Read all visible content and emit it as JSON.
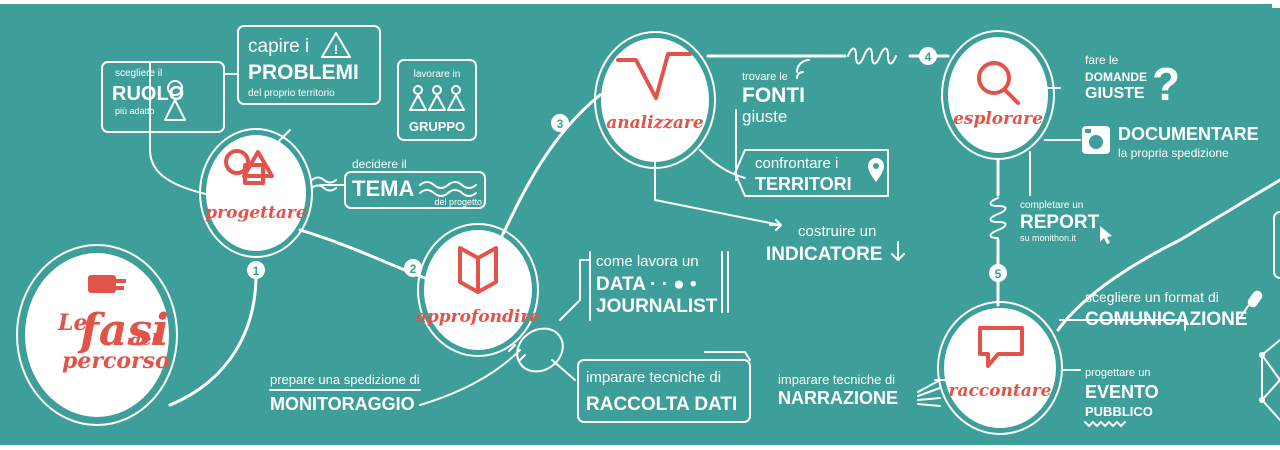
{
  "colors": {
    "background": "#3e9e9a",
    "accent": "#e2544a",
    "circle": "#ffffff"
  },
  "title": {
    "line1": "Le",
    "line2": "fasi",
    "line3": "del",
    "line4": "percorso"
  },
  "phases": {
    "progettare": "progettare",
    "approfondire": "approfondire",
    "analizzare": "analizzare",
    "esplorare": "esplorare",
    "raccontare": "raccontare"
  },
  "steps": {
    "s1": "1",
    "s2": "2",
    "s3": "3",
    "s4": "4",
    "s5": "5"
  },
  "ruolo": {
    "pre": "scegliere il",
    "main": "RUOLO",
    "post": "più adatto"
  },
  "problemi": {
    "pre": "capire i",
    "main": "PROBLEMI",
    "post": "del proprio territorio"
  },
  "gruppo": {
    "pre1": "lavorare in",
    "main": "GRUPPO"
  },
  "tema": {
    "pre": "decidere il",
    "main": "TEMA",
    "post": "del progetto"
  },
  "monitoraggio": {
    "pre": "prepare una spedizione di",
    "main": "MONITORAGGIO"
  },
  "raccolta": {
    "pre": "imparare tecniche di",
    "main": "RACCOLTA DATI"
  },
  "journalist": {
    "pre": "come lavora un",
    "main1": "DATA",
    "main2": "JOURNALIST"
  },
  "fonti": {
    "pre": "trovare le",
    "main": "FONTI",
    "post": "giuste"
  },
  "territori": {
    "pre": "confrontare i",
    "main": "TERRITORI"
  },
  "indicatore": {
    "pre": "costruire un",
    "main": "INDICATORE"
  },
  "domande": {
    "pre": "fare le",
    "main1": "DOMANDE",
    "main2": "GIUSTE"
  },
  "documentare": {
    "main": "DOCUMENTARE",
    "post": "la propria spedizione"
  },
  "report": {
    "pre": "completare un",
    "main": "REPORT",
    "post": "su monithon.it"
  },
  "comunicazione": {
    "pre": "scegliere un format di",
    "main": "COMUNICAZIONE"
  },
  "narrazione": {
    "pre": "imparare tecniche di",
    "main": "NARRAZIONE"
  },
  "evento": {
    "pre": "progettare un",
    "main1": "EVENTO",
    "main2": "PUBBLICO"
  },
  "icons": [
    "hand-pointer-icon",
    "square-circle-triangle-icon",
    "open-book-icon",
    "pulse-line-icon",
    "magnifier-icon",
    "speech-bubble-icon",
    "warning-icon",
    "people-icon",
    "question-mark-icon",
    "camera-icon",
    "map-pin-icon",
    "wifi-icon",
    "cursor-icon",
    "microphone-icon",
    "arrow-down-icon"
  ]
}
